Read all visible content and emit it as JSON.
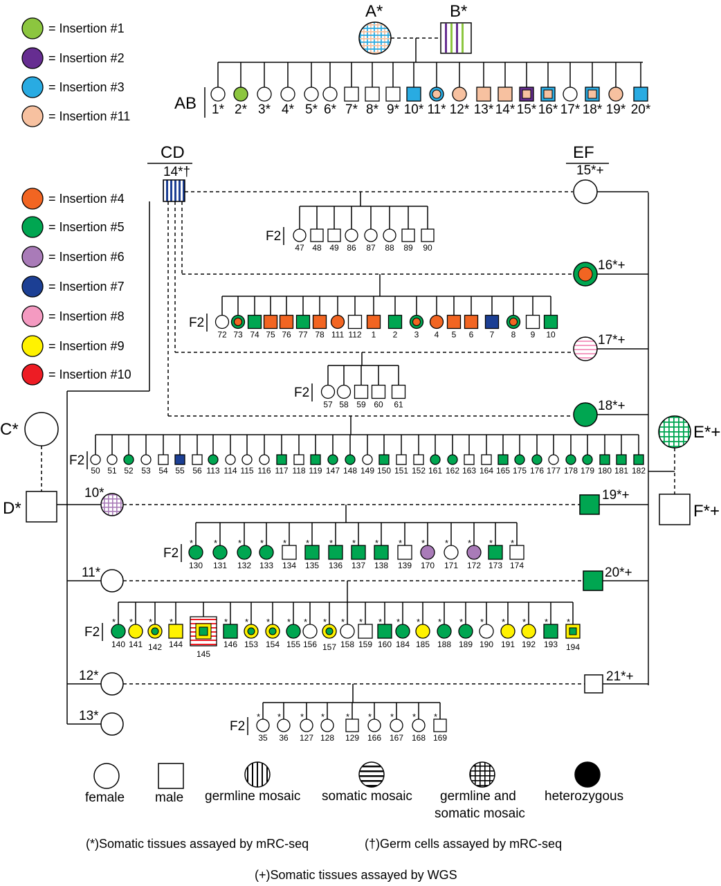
{
  "colors": {
    "insertion_1": "#8cc63f",
    "insertion_2": "#662d91",
    "insertion_3": "#29abe2",
    "insertion_11": "#f7c1a0",
    "insertion_4": "#f26522",
    "insertion_5": "#00a651",
    "insertion_6": "#a97bb8",
    "insertion_7": "#1c3f94",
    "insertion_8": "#f49ac1",
    "insertion_9": "#fff200",
    "insertion_10": "#ed1c24",
    "heterozygous": "#000000",
    "germline_mosaic_stripe": "#1c3f94",
    "somatic_mosaic_stripe": "#f49ac1",
    "grid_green": "#00a651",
    "grid_purple": "#a97bb8"
  },
  "legend_top": [
    {
      "key": "insertion_1",
      "label": "= Insertion #1"
    },
    {
      "key": "insertion_2",
      "label": "= Insertion #2"
    },
    {
      "key": "insertion_3",
      "label": "= Insertion #3"
    },
    {
      "key": "insertion_11",
      "label": "= Insertion #11"
    }
  ],
  "legend_mid": [
    {
      "key": "insertion_4",
      "label": "= Insertion #4"
    },
    {
      "key": "insertion_5",
      "label": "= Insertion #5"
    },
    {
      "key": "insertion_6",
      "label": "= Insertion #6"
    },
    {
      "key": "insertion_7",
      "label": "= Insertion #7"
    },
    {
      "key": "insertion_8",
      "label": "= Insertion #8"
    },
    {
      "key": "insertion_9",
      "label": "= Insertion #9"
    },
    {
      "key": "insertion_10",
      "label": "= Insertion #10"
    }
  ],
  "founders": {
    "A": "A*",
    "B": "B*",
    "C": "C*",
    "D": "D*",
    "E": "E*+",
    "F": "F*+"
  },
  "family_labels": {
    "AB": "AB",
    "CD": "CD",
    "EF": "EF",
    "F2": "F2"
  },
  "ab_children": [
    "1*",
    "2*",
    "3*",
    "4*",
    "5*",
    "6*",
    "7*",
    "8*",
    "9*",
    "10*",
    "11*",
    "12*",
    "13*",
    "14*",
    "15*",
    "16*",
    "17*",
    "18*",
    "19*",
    "20*"
  ],
  "cd_individuals": {
    "cd14": "14*†",
    "c10": "10*",
    "c11": "11*",
    "c12": "12*",
    "c13": "13*"
  },
  "ef_individuals": {
    "e15": "15*+",
    "e16": "16*+",
    "e17": "17*+",
    "e18": "18*+",
    "e19": "19*+",
    "e20": "20*+",
    "e21": "21*+"
  },
  "f2_row1": [
    "47",
    "48",
    "49",
    "86",
    "87",
    "88",
    "89",
    "90"
  ],
  "f2_row2": [
    "72",
    "73",
    "74",
    "75",
    "76",
    "77",
    "78",
    "111",
    "112",
    "1",
    "2",
    "3",
    "4",
    "5",
    "6",
    "7",
    "8",
    "9",
    "10"
  ],
  "f2_row3": [
    "57",
    "58",
    "59",
    "60",
    "61"
  ],
  "f2_row4": [
    "50",
    "51",
    "52",
    "53",
    "54",
    "55",
    "56",
    "113",
    "114",
    "115",
    "116",
    "117",
    "118",
    "119",
    "147",
    "148",
    "149",
    "150",
    "151",
    "152",
    "161",
    "162",
    "163",
    "164",
    "165",
    "175",
    "176",
    "177",
    "178",
    "179",
    "180",
    "181",
    "182"
  ],
  "f2_row5": [
    "130",
    "131",
    "132",
    "133",
    "134",
    "135",
    "136",
    "137",
    "138",
    "139",
    "170",
    "171",
    "172",
    "173",
    "174"
  ],
  "f2_row6": [
    "140",
    "141",
    "142",
    "144",
    "145",
    "146",
    "153",
    "154",
    "155",
    "156",
    "157",
    "158",
    "159",
    "160",
    "184",
    "185",
    "188",
    "189",
    "190",
    "191",
    "192",
    "193",
    "194"
  ],
  "f2_row7": [
    "35",
    "36",
    "127",
    "128",
    "129",
    "166",
    "167",
    "168",
    "169"
  ],
  "asterisk": "*",
  "symbol_legend": [
    {
      "name": "female",
      "label": "female"
    },
    {
      "name": "male",
      "label": "male"
    },
    {
      "name": "germline-mosaic",
      "label": "germline mosaic"
    },
    {
      "name": "somatic-mosaic",
      "label": "somatic mosaic"
    },
    {
      "name": "germline-somatic-mosaic",
      "label": "germline and\nsomatic mosaic"
    },
    {
      "name": "heterozygous",
      "label": "heterozygous"
    }
  ],
  "footnotes": {
    "star": "(*)Somatic tissues assayed by mRC-seq",
    "dagger": "(†)Germ cells assayed by mRC-seq",
    "plus": "(+)Somatic tissues assayed by WGS"
  }
}
